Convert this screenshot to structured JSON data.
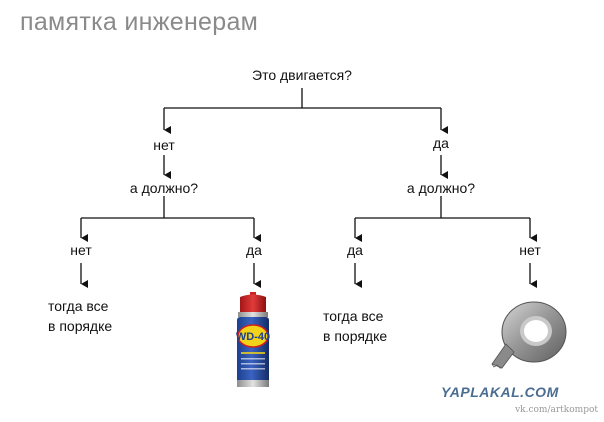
{
  "title": "памятка инженерам",
  "root": "Это двигается?",
  "left": {
    "answer": "нет",
    "question": "а должно?",
    "no": {
      "answer": "нет",
      "result": [
        "тогда все",
        "в порядке"
      ]
    },
    "yes": {
      "answer": "да",
      "result_icon": "wd40-spray-can-icon",
      "can_text": "WD-40"
    }
  },
  "right": {
    "answer": "да",
    "question": "а должно?",
    "yes": {
      "answer": "да",
      "result": [
        "тогда все",
        "в порядке"
      ]
    },
    "no": {
      "answer": "нет",
      "result_icon": "duct-tape-icon"
    }
  },
  "watermark": "YAPLAKAL.COM",
  "credit": "vk.com/artkompot"
}
